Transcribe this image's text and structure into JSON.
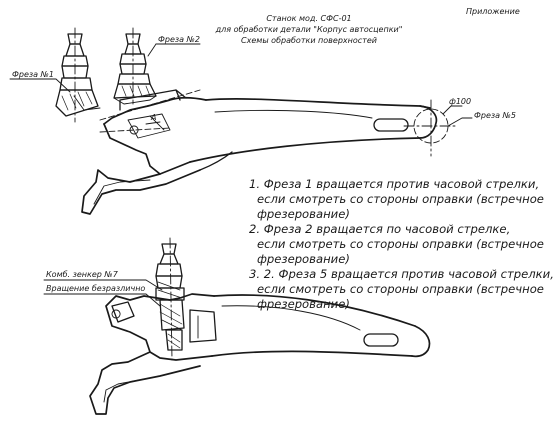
{
  "header": {
    "appendix": "Приложение",
    "title_line1": "Станок мод. СФС-01",
    "title_line2": "для обработки детали \"Корпус автосцепки\"",
    "title_line3": "Схемы обработки поверхностей"
  },
  "labels": {
    "cutter1": "Фреза №1",
    "cutter2": "Фреза №2",
    "cutter5": "Фреза №5",
    "diameter": "ф100",
    "point_a": "А",
    "countersink": "Комб. зенкер №7",
    "rotation": "Вращение безразлично"
  },
  "notes": [
    "1. Фреза 1 вращается против часовой стрелки,",
    "если смотреть со стороны оправки (встречное",
    "фрезерование)",
    "2. Фреза 2 вращается по часовой стрелке,",
    "если смотреть со стороны оправки (встречное",
    "фрезерование)",
    "3. 2. Фреза 5 вращается против часовой стрелки,",
    "если смотреть со стороны оправки (встречное",
    "фрезерование)"
  ]
}
